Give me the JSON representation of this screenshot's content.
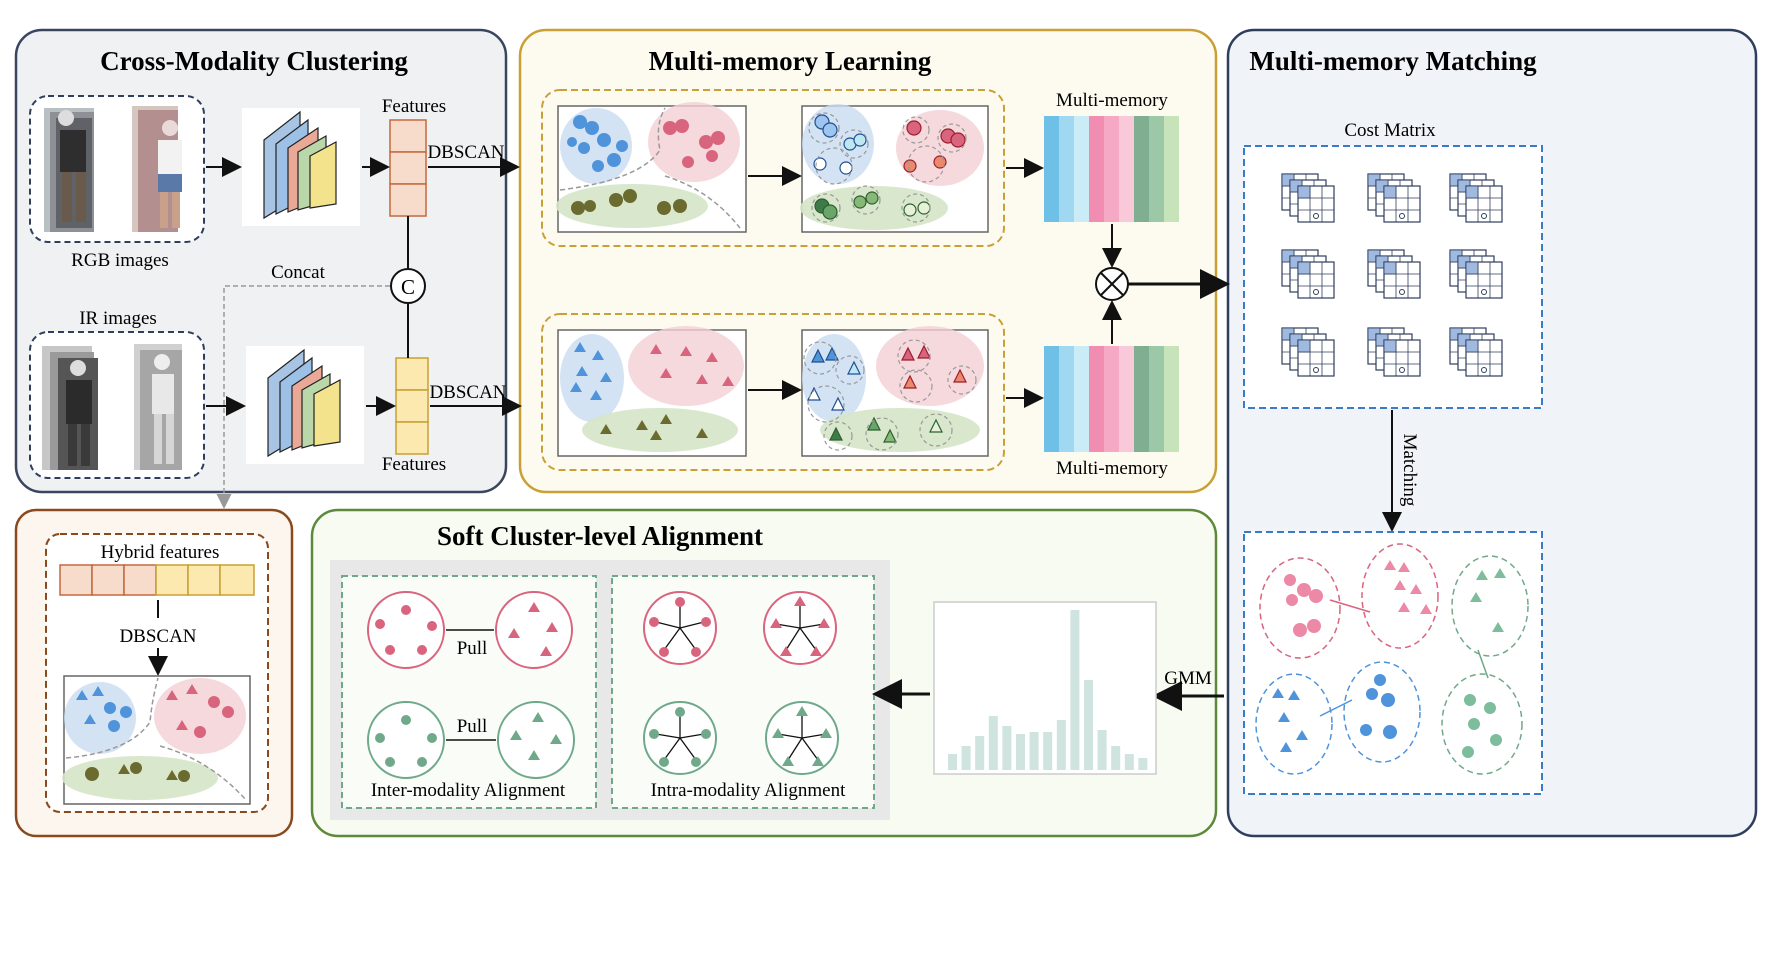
{
  "panels": {
    "cross_modality": {
      "title": "Cross-Modality Clustering",
      "rgb_label": "RGB images",
      "ir_label": "IR images",
      "features_top": "Features",
      "features_bottom": "Features",
      "dbscan_top": "DBSCAN",
      "dbscan_bottom": "DBSCAN",
      "concat": "Concat",
      "concat_symbol": "C"
    },
    "multi_memory_learning": {
      "title": "Multi-memory Learning",
      "memory_top": "Multi-memory",
      "memory_bottom": "Multi-memory"
    },
    "multi_memory_matching": {
      "title": "Multi-memory Matching",
      "cost_matrix": "Cost Matrix",
      "matching": "Matching",
      "gmm": "GMM"
    },
    "hybrid": {
      "hybrid_features": "Hybrid features",
      "dbscan": "DBSCAN"
    },
    "soft_alignment": {
      "title": "Soft Cluster-level Alignment",
      "pull_top": "Pull",
      "pull_bottom": "Pull",
      "inter": "Inter-modality Alignment",
      "intra": "Intra-modality Alignment",
      "histogram": [
        8,
        12,
        17,
        27,
        22,
        18,
        19,
        19,
        25,
        80,
        45,
        20,
        12,
        8,
        6
      ]
    }
  },
  "colors": {
    "rgb_feature": "#f8dccb",
    "ir_feature": "#fbe9b0",
    "blue": "#4f93db",
    "pink": "#d9647e",
    "olive": "#6b6b2f",
    "green": "#6fa98a",
    "panel_border_gray": "#3a4660",
    "panel_border_gold": "#c9a035",
    "panel_border_navy": "#2f3e5c",
    "panel_border_brown": "#8b4a1e",
    "panel_border_green": "#5c8a3a"
  },
  "icons": [
    "person-photo",
    "cnn-icon",
    "concat-icon",
    "multiply-icon",
    "matrix-icon",
    "scatter-cluster-icon",
    "histogram-icon"
  ]
}
